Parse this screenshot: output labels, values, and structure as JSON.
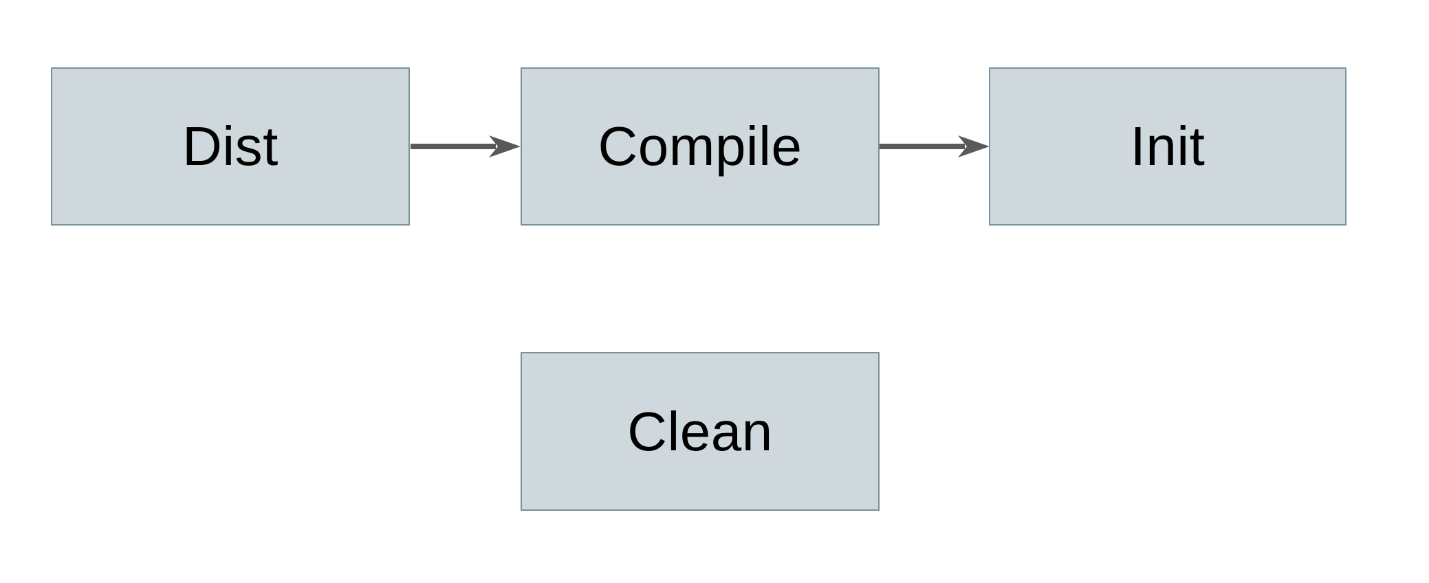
{
  "diagram": {
    "type": "flowchart",
    "nodes": [
      {
        "id": "dist",
        "label": "Dist"
      },
      {
        "id": "compile",
        "label": "Compile"
      },
      {
        "id": "init",
        "label": "Init"
      },
      {
        "id": "clean",
        "label": "Clean"
      }
    ],
    "edges": [
      {
        "from": "dist",
        "to": "compile",
        "direction": "right",
        "style": "solid-arrow"
      },
      {
        "from": "compile",
        "to": "init",
        "direction": "right",
        "style": "solid-arrow"
      }
    ],
    "colors": {
      "node_fill": "#cfd8dc",
      "node_border": "#7a919c",
      "arrow": "#595959",
      "label_text": "#000000",
      "background": "#ffffff"
    }
  }
}
